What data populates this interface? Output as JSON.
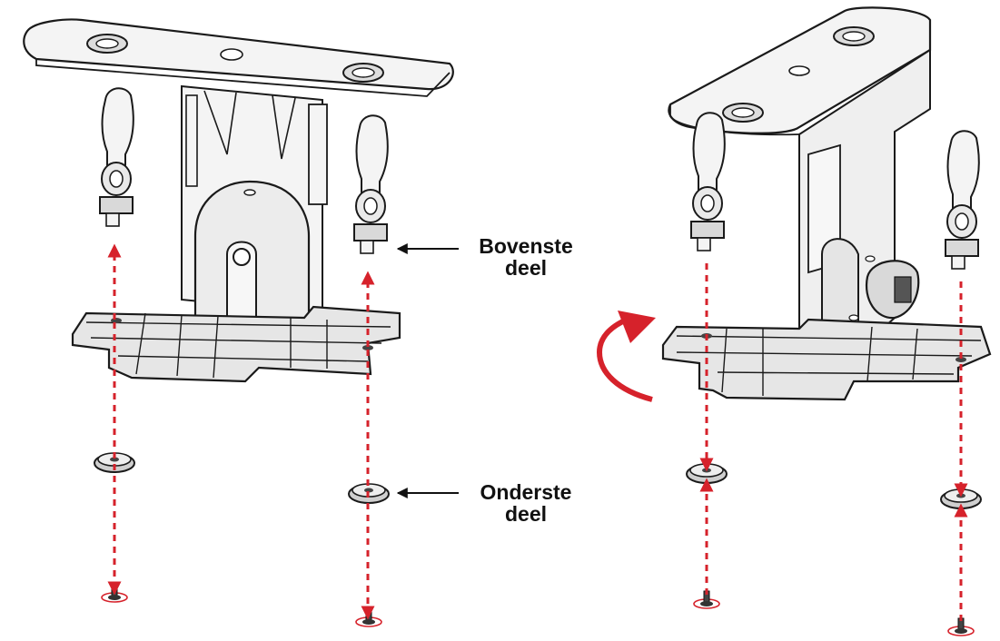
{
  "labels": {
    "top_part": {
      "line1": "Bovenste",
      "line2": "deel"
    },
    "bottom_part": {
      "line1": "Onderste",
      "line2": "deel"
    }
  },
  "colors": {
    "arrow": "#d6222b",
    "line": "#1a1a1a",
    "fill": "#f4f4f4",
    "background": "#ffffff"
  },
  "icons": [
    "rotation-arrow-icon",
    "screw-icon",
    "rubber-grommet-icon",
    "shock-mount-icon"
  ]
}
